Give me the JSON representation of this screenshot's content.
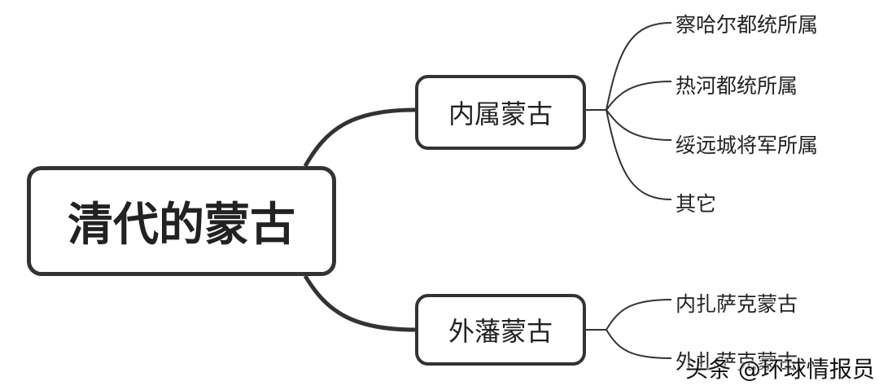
{
  "root": {
    "label": "清代的蒙古"
  },
  "branches": [
    {
      "label": "内属蒙古",
      "children": [
        "察哈尔都统所属",
        "热河都统所属",
        "绥远城将军所属",
        "其它"
      ]
    },
    {
      "label": "外藩蒙古",
      "children": [
        "内扎萨克蒙古",
        "外扎萨克蒙古"
      ]
    }
  ],
  "watermark": "头条 @环球情报员",
  "colors": {
    "line": "#333333",
    "node_border": "#333333",
    "text": "#222222"
  }
}
